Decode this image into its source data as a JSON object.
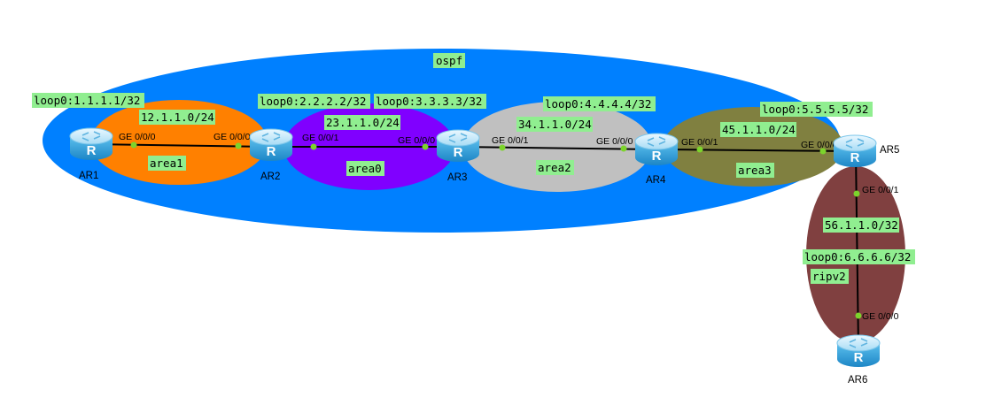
{
  "colors": {
    "ospf": "#0080ff",
    "area1": "#ff8000",
    "area0": "#8000ff",
    "area2": "#c0c0c0",
    "area3": "#808040",
    "ripv2": "#804040",
    "label_bg": "#90ee90",
    "port_dot": "#7cd42c",
    "router_top": "#cfeefc",
    "router_body": "#3aa8e0"
  },
  "regions": {
    "ospf": "ospf",
    "area1": "area1",
    "area0": "area0",
    "area2": "area2",
    "area3": "area3",
    "ripv2": "ripv2"
  },
  "routers": {
    "ar1": "AR1",
    "ar2": "AR2",
    "ar3": "AR3",
    "ar4": "AR4",
    "ar5": "AR5",
    "ar6": "AR6",
    "icon_glyph": "R"
  },
  "loopbacks": {
    "ar1": "loop0:1.1.1.1/32",
    "ar2": "loop0:2.2.2.2/32",
    "ar3": "loop0:3.3.3.3/32",
    "ar4": "loop0:4.4.4.4/32",
    "ar5": "loop0:5.5.5.5/32",
    "ar6": "loop0:6.6.6.6/32"
  },
  "subnets": {
    "ar1_ar2": "12.1.1.0/24",
    "ar2_ar3": "23.1.1.0/24",
    "ar3_ar4": "34.1.1.0/24",
    "ar4_ar5": "45.1.1.0/24",
    "ar5_ar6": "56.1.1.0/32"
  },
  "ports": {
    "ar1_ge000": "GE 0/0/0",
    "ar2_ge000": "GE 0/0/0",
    "ar2_ge001": "GE 0/0/1",
    "ar3_ge000": "GE 0/0/0",
    "ar3_ge001": "GE 0/0/1",
    "ar4_ge000": "GE 0/0/0",
    "ar4_ge001": "GE 0/0/1",
    "ar5_ge000": "GE 0/0/0",
    "ar5_ge001": "GE 0/0/1",
    "ar6_ge000": "GE 0/0/0"
  }
}
